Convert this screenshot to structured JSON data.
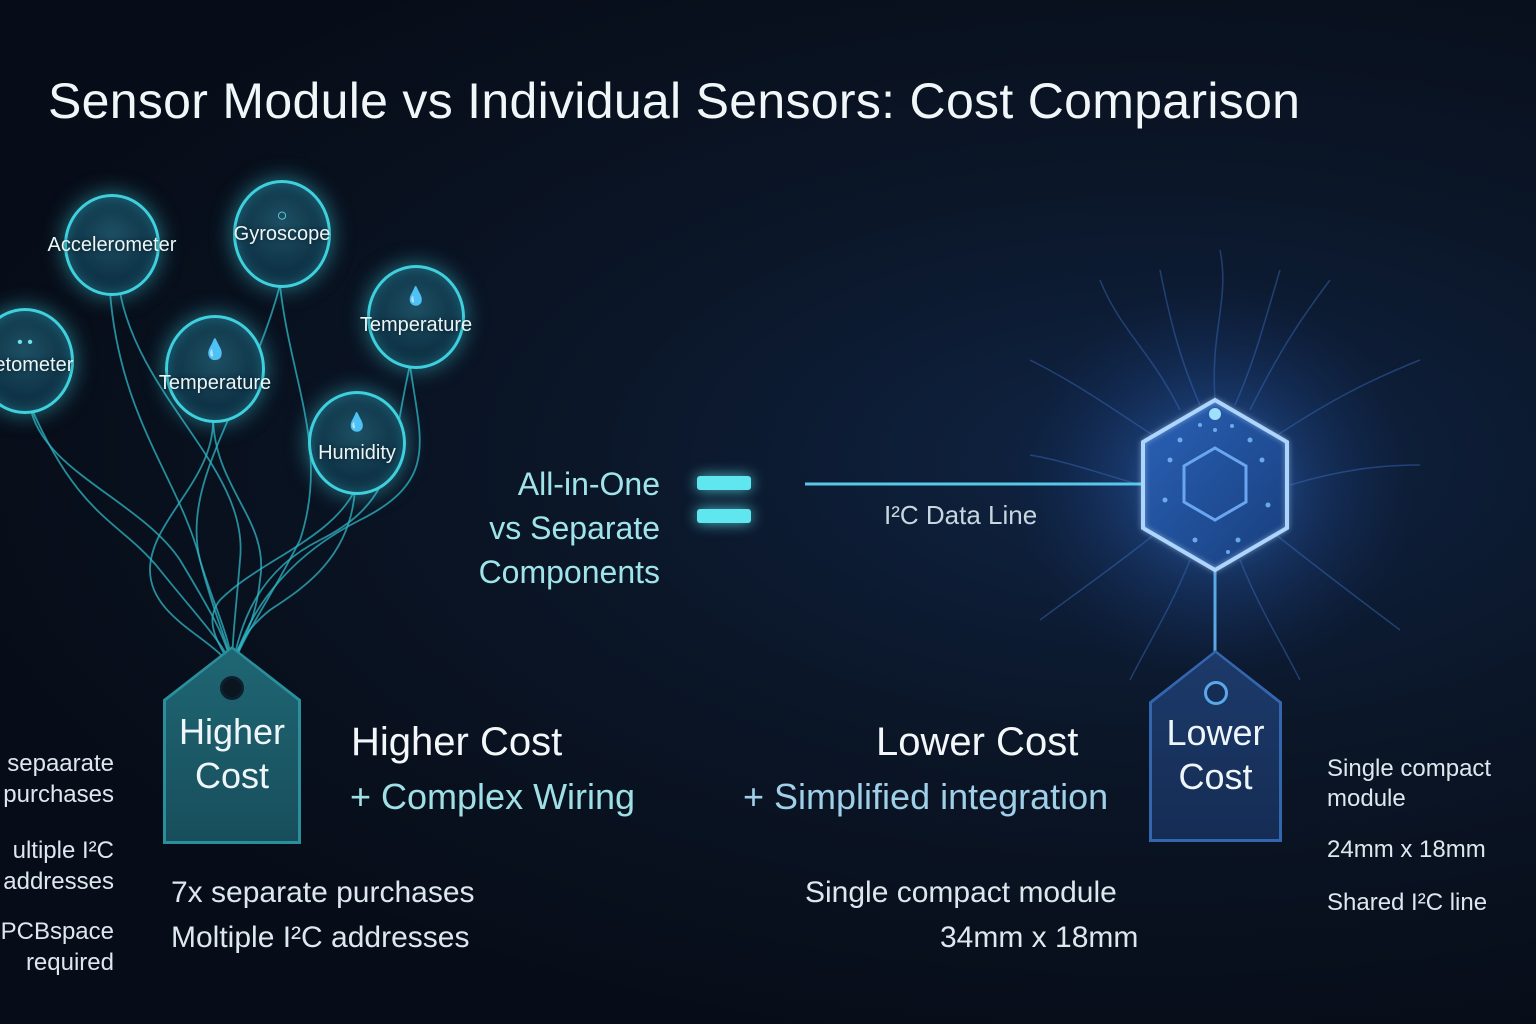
{
  "title": "Sensor Module vs Individual Sensors: Cost Comparison",
  "sensors": [
    {
      "label": "Accelerometer",
      "icon": "none"
    },
    {
      "label": "Gyroscope",
      "icon": "circle-icon"
    },
    {
      "label": "aretometer",
      "icon": "dots-icon"
    },
    {
      "label": "Temperature",
      "icon": "droplet-icon"
    },
    {
      "label": "Temperature",
      "icon": "droplet-icon"
    },
    {
      "label": "Humidity",
      "icon": "droplet-icon"
    }
  ],
  "center": {
    "line1": "All-in-One",
    "line2": "vs Separate",
    "line3": "Components",
    "data_line_label": "I²C Data Line"
  },
  "left": {
    "tag_line1": "Higher",
    "tag_line2": "Cost",
    "heading": "Higher Cost",
    "subheading": "+ Complex Wiring",
    "details": [
      "7x separate purchases",
      "Moltiple I²C addresses"
    ],
    "side_notes": [
      "sepaarate",
      "purchases",
      "ultiple I²C",
      "addresses",
      "PCBspace",
      "required"
    ]
  },
  "right": {
    "tag_line1": "Lower",
    "tag_line2": "Cost",
    "heading": "Lower Cost",
    "subheading": "+ Simplified integration",
    "details": [
      "Single compact module",
      "34mm x 18mm"
    ],
    "side_notes": [
      "Single compact",
      "module",
      "24mm x 18mm",
      "Shared I²C line"
    ]
  },
  "colors": {
    "background": "#0a1424",
    "cyan_accent": "#3fd0dd",
    "blue_accent": "#4a8cff",
    "left_tag": "#1f6673",
    "right_tag": "#1c3a6a"
  }
}
